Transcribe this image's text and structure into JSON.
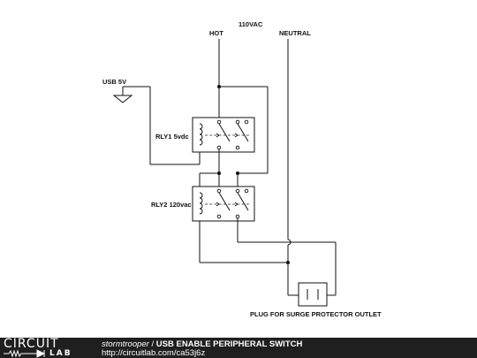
{
  "diagram": {
    "labels": {
      "supply": "110VAC",
      "hot": "HOT",
      "neutral": "NEUTRAL",
      "usb": "USB 5V",
      "relay1": "RLY1 5vdc",
      "relay2": "RLY2 120vac",
      "outlet": "PLUG FOR SURGE PROTECTOR OUTLET"
    }
  },
  "footer": {
    "logo_top": "CIRCUIT",
    "logo_bottom": "LAB",
    "author": "stormtrooper",
    "separator": " / ",
    "title": "USB ENABLE PERIPHERAL SWITCH",
    "url": "http://circuitlab.com/ca53j6z"
  },
  "colors": {
    "wire": "#111111",
    "footer_bg": "#1f1f1f",
    "footer_text": "#ffffff"
  }
}
